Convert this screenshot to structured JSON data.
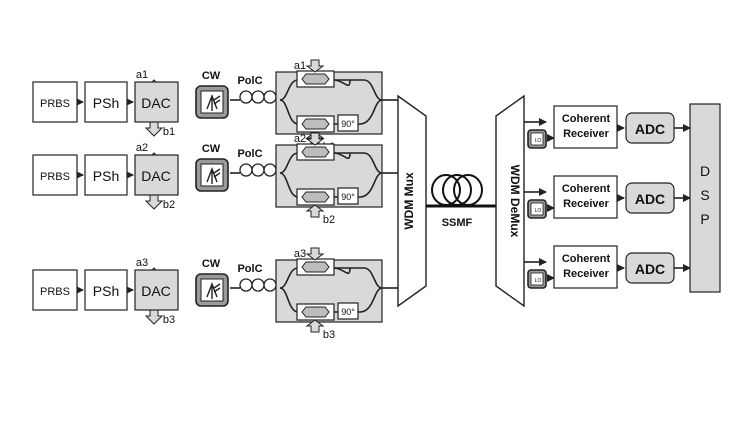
{
  "tx_chains": [
    {
      "prbs": "PRBS",
      "psh": "PSh",
      "dac": "DAC",
      "a": "a1",
      "b": "b1",
      "cw": "CW",
      "polc": "PolC",
      "ma": "a1",
      "mb": "b1",
      "phase": "90°"
    },
    {
      "prbs": "PRBS",
      "psh": "PSh",
      "dac": "DAC",
      "a": "a2",
      "b": "b2",
      "cw": "CW",
      "polc": "PolC",
      "ma": "a2",
      "mb": "b2",
      "phase": "90°"
    },
    {
      "prbs": "PRBS",
      "psh": "PSh",
      "dac": "DAC",
      "a": "a3",
      "b": "b3",
      "cw": "CW",
      "polc": "PolC",
      "ma": "a3",
      "mb": "b3",
      "phase": "90°"
    }
  ],
  "mux": "WDM Mux",
  "fiber": "SSMF",
  "demux": "WDM  DeMux",
  "rx_chains": [
    {
      "receiver": [
        "Coherent",
        "Receiver"
      ],
      "lo": "LO",
      "adc": "ADC"
    },
    {
      "receiver": [
        "Coherent",
        "Receiver"
      ],
      "lo": "LO",
      "adc": "ADC"
    },
    {
      "receiver": [
        "Coherent",
        "Receiver"
      ],
      "lo": "LO",
      "adc": "ADC"
    }
  ],
  "dsp": [
    "D",
    "S",
    "P"
  ],
  "colors": {
    "line": "#222222",
    "module_fill": "#d9d9d9",
    "laser_fill": "#9a9a9a"
  }
}
